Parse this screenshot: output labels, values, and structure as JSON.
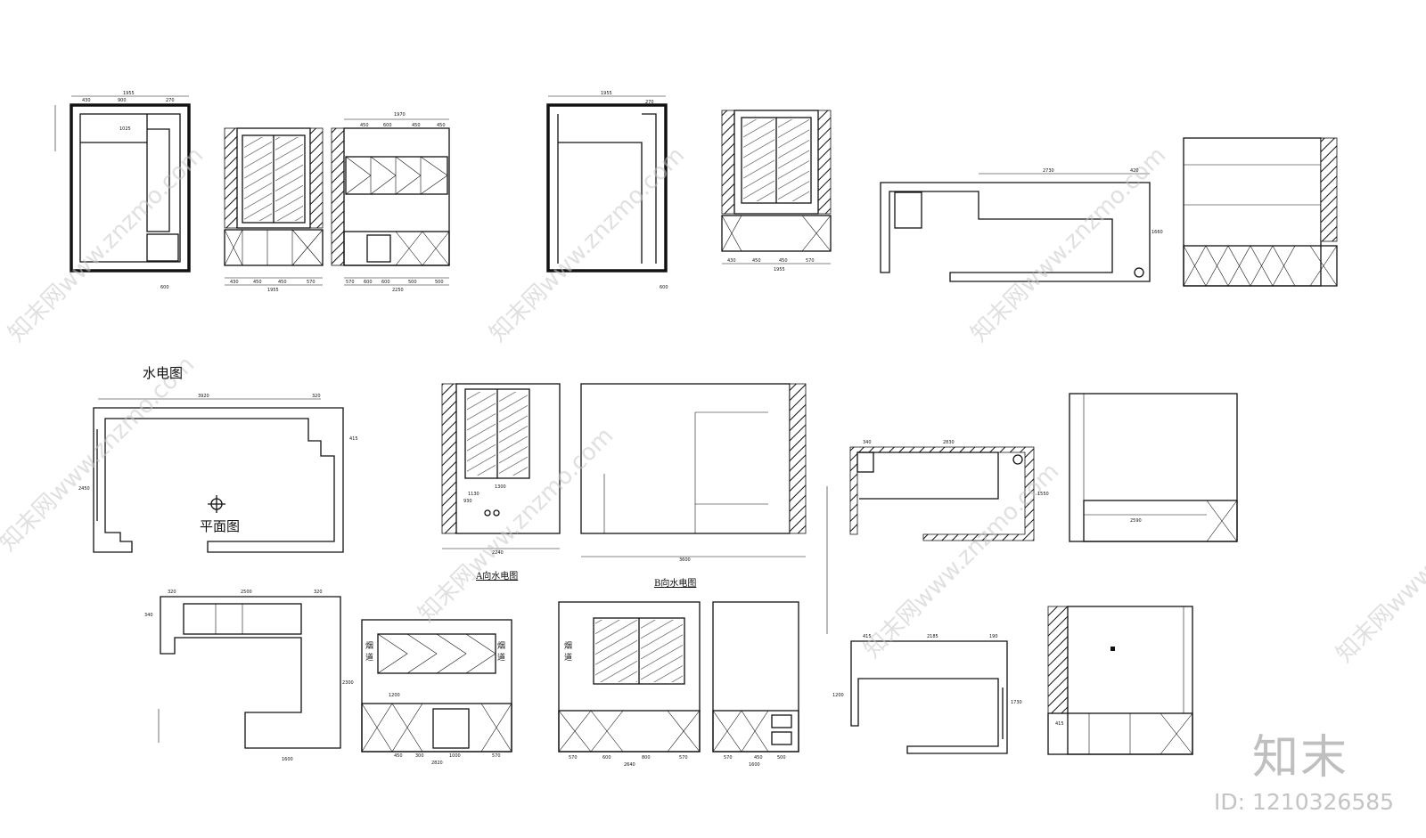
{
  "labels": {
    "water_electric_title": "水电图",
    "floor_plan": "平面图",
    "view_a": "A向水电图",
    "view_b": "B向水电图",
    "flue_a": "烟道",
    "flue_b": "烟道",
    "flue_c": "烟道"
  },
  "watermark": {
    "text": "知末网www.znzmo.com",
    "brand": "知末",
    "id_label": "ID: 1210326585"
  },
  "dimensions": {
    "d1": "1955",
    "d2": "430",
    "d3": "900",
    "d4": "270",
    "d5": "1025",
    "d6": "600",
    "d7": "1970",
    "d8": "450",
    "d9": "600",
    "d10": "450",
    "d11": "450",
    "d12": "430",
    "d13": "450",
    "d14": "450",
    "d15": "570",
    "d16": "1955",
    "d17": "570",
    "d18": "600",
    "d19": "600",
    "d20": "500",
    "d21": "500",
    "d22": "2250",
    "d23": "1955",
    "d24": "270",
    "d25": "600",
    "d26": "430",
    "d27": "450",
    "d28": "450",
    "d29": "570",
    "d30": "1955",
    "d31": "2730",
    "d32": "420",
    "d33": "1660",
    "d34": "3920",
    "d35": "320",
    "d36": "415",
    "d37": "2450",
    "d38": "1300",
    "d39": "1130",
    "d40": "930",
    "d41": "2240",
    "d42": "3600",
    "d43": "2830",
    "d44": "340",
    "d45": "1550",
    "d46": "2590",
    "d47": "320",
    "d48": "2500",
    "d49": "320",
    "d50": "340",
    "d51": "2300",
    "d52": "1600",
    "d53": "1200",
    "d54": "450",
    "d55": "300",
    "d56": "1000",
    "d57": "570",
    "d58": "2820",
    "d59": "570",
    "d60": "600",
    "d61": "800",
    "d62": "570",
    "d63": "2640",
    "d64": "570",
    "d65": "450",
    "d66": "500",
    "d67": "1600",
    "d68": "415",
    "d69": "2185",
    "d70": "190",
    "d71": "1730",
    "d72": "1200",
    "d73": "415"
  }
}
